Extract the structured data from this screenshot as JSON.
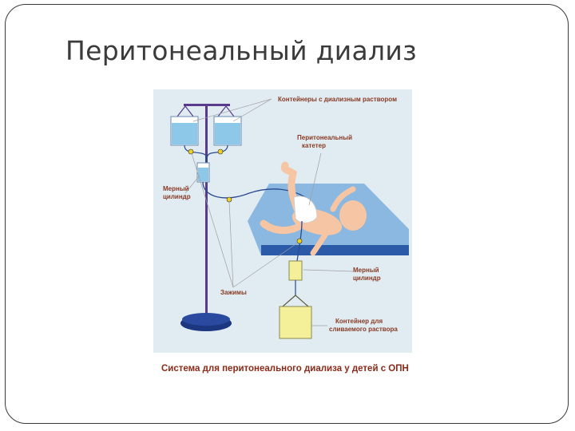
{
  "slide": {
    "title": "Перитонеальный диализ",
    "caption": "Система для перитонеального диализа  у детей с ОПН"
  },
  "diagram": {
    "labels": {
      "containers": "Контейнеры с диализным раствором",
      "catheter_line1": "Перитонеальный",
      "catheter_line2": "катетер",
      "cylinder_top_line1": "Мерный",
      "cylinder_top_line2": "цилиндр",
      "cylinder_bottom_line1": "Мерный",
      "cylinder_bottom_line2": "цилиндр",
      "clamps": "Зажимы",
      "drain_line1": "Контейнер для",
      "drain_line2": "сливаемого раствора"
    },
    "colors": {
      "background": "#e0ecf2",
      "stand": "#5a3a8a",
      "base": "#2a4aa0",
      "fluid": "#8ec8e8",
      "mattress": "#8ab8e0",
      "drain_fluid": "#f4f09a",
      "clamp": "#f0d020",
      "label_text": "#8a3a24"
    }
  }
}
